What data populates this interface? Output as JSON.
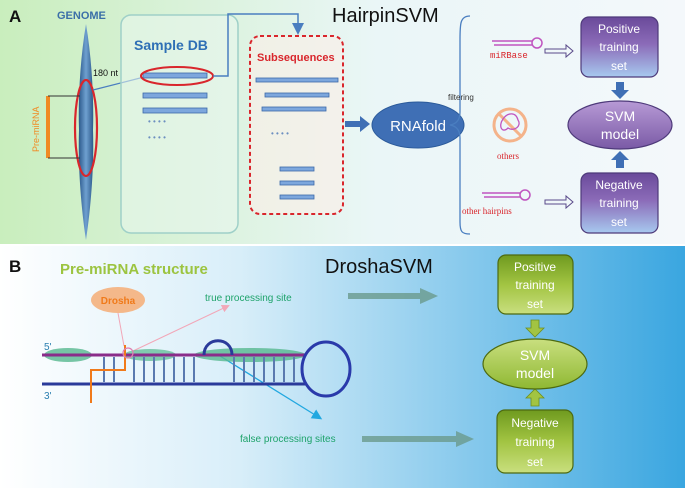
{
  "panel_a": {
    "letter": "A",
    "title": "HairpinSVM",
    "genome_label": "GENOME",
    "premirna_label": "Pre-miRNA",
    "nt_label": "180 nt",
    "sample_db_label": "Sample DB",
    "subsequences_label": "Subsequences",
    "rnafold_label": "RNAfold",
    "filtering_label": "filtering",
    "mirbase_label": "miRBase",
    "others_label": "others",
    "other_hairpins_label": "other hairpins",
    "positive_lines": [
      "Positive",
      "training",
      "set"
    ],
    "svm_lines": [
      "SVM",
      "model"
    ],
    "negative_lines": [
      "Negative",
      "training",
      "set"
    ],
    "dots": "• • • •"
  },
  "panel_b": {
    "letter": "B",
    "title": "DroshaSVM",
    "structure_title": "Pre-miRNA structure",
    "drosha_label": "Drosha",
    "true_site_label": "true processing site",
    "false_site_label": "false processing sites",
    "five_prime": "5'",
    "three_prime": "3'",
    "positive_lines": [
      "Positive",
      "training",
      "set"
    ],
    "svm_lines": [
      "SVM",
      "model"
    ],
    "negative_lines": [
      "Negative",
      "training",
      "set"
    ]
  },
  "colors": {
    "panel_a_gradient_left": "#c9eebd",
    "panel_b_gradient_right": "#3aa6e0",
    "purple_box": "#7a5aa6",
    "green_box": "#8fb832",
    "rnafold_blue": "#3f6fb5",
    "red_outline": "#d9262c"
  }
}
